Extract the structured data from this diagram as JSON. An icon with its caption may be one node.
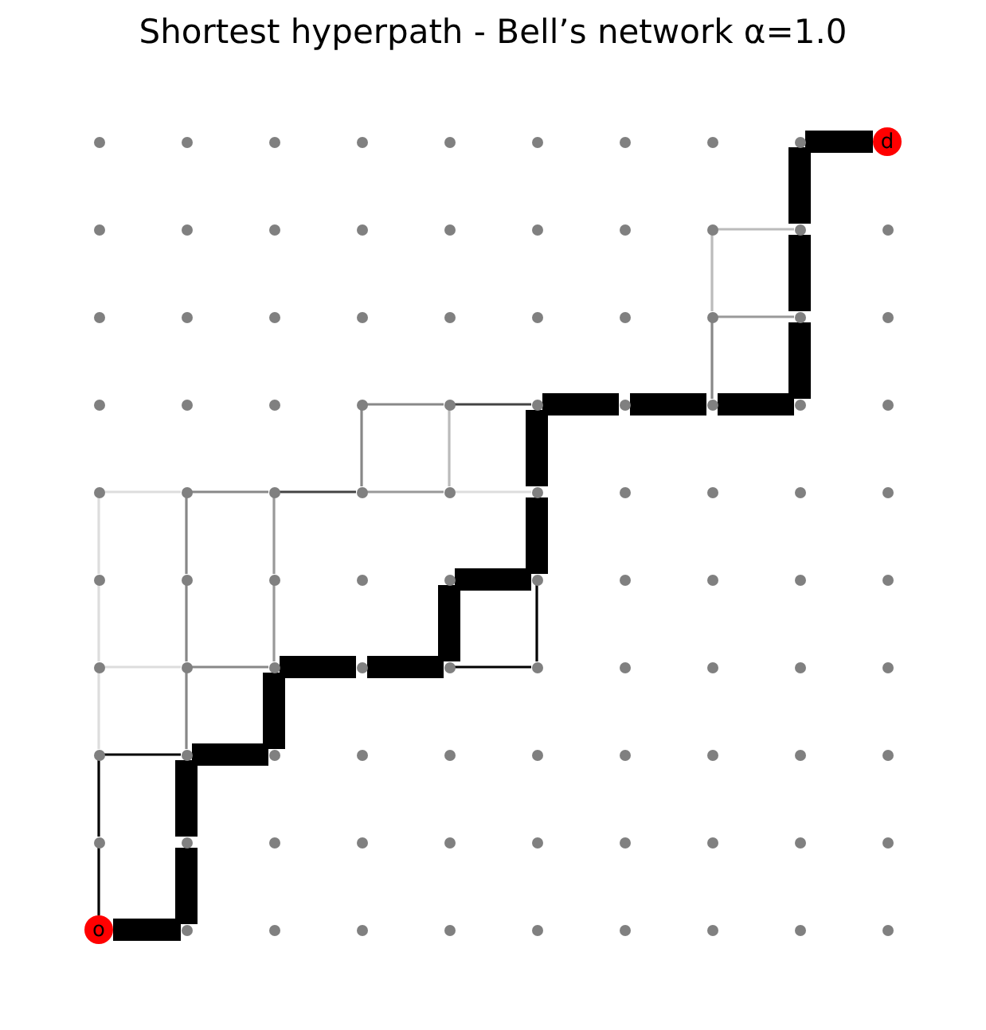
{
  "diagram": {
    "title": "Shortest hyperpath - Bell’s network α=1.0",
    "nodes": [
      {
        "text": [],
        "shape": "circle"
      },
      {
        "text": [],
        "shape": "circle"
      },
      {
        "text": [],
        "shape": "circle"
      },
      {
        "text": [],
        "shape": "circle"
      },
      {
        "text": [],
        "shape": "circle"
      },
      {
        "text": [],
        "shape": "circle"
      },
      {
        "text": [],
        "shape": "circle"
      },
      {
        "text": [],
        "shape": "circle"
      },
      {
        "text": [],
        "shape": "circle"
      },
      {
        "text": [
          "d"
        ]
      },
      {
        "text": [],
        "shape": "circle"
      },
      {
        "text": [],
        "shape": "circle"
      },
      {
        "text": [],
        "shape": "circle"
      },
      {
        "text": [],
        "shape": "circle"
      },
      {
        "text": [],
        "shape": "circle"
      },
      {
        "text": [],
        "shape": "circle"
      },
      {
        "text": [],
        "shape": "circle"
      },
      {
        "text": [],
        "shape": "circle"
      },
      {
        "text": [],
        "shape": "circle"
      },
      {
        "text": [],
        "shape": "circle"
      },
      {
        "text": [],
        "shape": "circle"
      },
      {
        "text": [],
        "shape": "circle"
      },
      {
        "text": [],
        "shape": "circle"
      },
      {
        "text": [],
        "shape": "circle"
      },
      {
        "text": [],
        "shape": "circle"
      },
      {
        "text": [],
        "shape": "circle"
      },
      {
        "text": [],
        "shape": "circle"
      },
      {
        "text": [],
        "shape": "circle"
      },
      {
        "text": [],
        "shape": "circle"
      },
      {
        "text": [],
        "shape": "circle"
      },
      {
        "text": [],
        "shape": "circle"
      },
      {
        "text": [],
        "shape": "circle"
      },
      {
        "text": [],
        "shape": "circle"
      },
      {
        "text": [],
        "shape": "circle"
      },
      {
        "text": [],
        "shape": "circle"
      },
      {
        "text": [],
        "shape": "circle"
      },
      {
        "text": [],
        "shape": "circle"
      },
      {
        "text": [],
        "shape": "circle"
      },
      {
        "text": [],
        "shape": "circle"
      },
      {
        "text": [],
        "shape": "circle"
      },
      {
        "text": [],
        "shape": "circle"
      },
      {
        "text": [],
        "shape": "circle"
      },
      {
        "text": [],
        "shape": "circle"
      },
      {
        "text": [],
        "shape": "circle"
      },
      {
        "text": [],
        "shape": "circle"
      },
      {
        "text": [],
        "shape": "circle"
      },
      {
        "text": [],
        "shape": "circle"
      },
      {
        "text": [],
        "shape": "circle"
      },
      {
        "text": [],
        "shape": "circle"
      },
      {
        "text": [],
        "shape": "circle"
      },
      {
        "text": [],
        "shape": "circle"
      },
      {
        "text": [],
        "shape": "circle"
      },
      {
        "text": [],
        "shape": "circle"
      },
      {
        "text": [],
        "shape": "circle"
      },
      {
        "text": [],
        "shape": "circle"
      },
      {
        "text": [],
        "shape": "circle"
      },
      {
        "text": [],
        "shape": "circle"
      },
      {
        "text": [],
        "shape": "circle"
      },
      {
        "text": [],
        "shape": "circle"
      },
      {
        "text": [],
        "shape": "circle"
      },
      {
        "text": [],
        "shape": "circle"
      },
      {
        "text": [],
        "shape": "circle"
      },
      {
        "text": [],
        "shape": "circle"
      },
      {
        "text": [],
        "shape": "circle"
      },
      {
        "text": [],
        "shape": "circle"
      },
      {
        "text": [],
        "shape": "circle"
      },
      {
        "text": [],
        "shape": "circle"
      },
      {
        "text": [],
        "shape": "circle"
      },
      {
        "text": [],
        "shape": "circle"
      },
      {
        "text": [],
        "shape": "circle"
      },
      {
        "text": [],
        "shape": "circle"
      },
      {
        "text": [],
        "shape": "circle"
      },
      {
        "text": [],
        "shape": "circle"
      },
      {
        "text": [],
        "shape": "circle"
      },
      {
        "text": [],
        "shape": "circle"
      },
      {
        "text": [],
        "shape": "circle"
      },
      {
        "text": [],
        "shape": "circle"
      },
      {
        "text": [],
        "shape": "circle"
      },
      {
        "text": [],
        "shape": "circle"
      },
      {
        "text": [],
        "shape": "circle"
      },
      {
        "text": [],
        "shape": "circle"
      },
      {
        "text": [],
        "shape": "circle"
      },
      {
        "text": [],
        "shape": "circle"
      },
      {
        "text": [],
        "shape": "circle"
      },
      {
        "text": [],
        "shape": "circle"
      },
      {
        "text": [],
        "shape": "circle"
      },
      {
        "text": [],
        "shape": "circle"
      },
      {
        "text": [],
        "shape": "circle"
      },
      {
        "text": [],
        "shape": "circle"
      },
      {
        "text": [],
        "shape": "circle"
      },
      {
        "text": [
          "o"
        ]
      },
      {
        "text": [],
        "shape": "circle"
      },
      {
        "text": [],
        "shape": "circle"
      },
      {
        "text": [],
        "shape": "circle"
      },
      {
        "text": [],
        "shape": "circle"
      },
      {
        "text": [],
        "shape": "circle"
      },
      {
        "text": [],
        "shape": "circle"
      },
      {
        "text": [],
        "shape": "circle"
      },
      {
        "text": [],
        "shape": "circle"
      },
      {
        "text": [],
        "shape": "circle"
      }
    ],
    "edges": [
      {
        "from": 90,
        "to": 91,
        "arrow": "none",
        "style": "thick"
      },
      {
        "from": 91,
        "to": 81,
        "arrow": "none",
        "style": "thick"
      },
      {
        "from": 81,
        "to": 71,
        "arrow": "none",
        "style": "thick"
      },
      {
        "from": 71,
        "to": 72,
        "arrow": "none",
        "style": "thick"
      },
      {
        "from": 72,
        "to": 62,
        "arrow": "none",
        "style": "thick"
      },
      {
        "from": 62,
        "to": 63,
        "arrow": "none",
        "style": "thick"
      },
      {
        "from": 63,
        "to": 64,
        "arrow": "none",
        "style": "thick"
      },
      {
        "from": 64,
        "to": 54,
        "arrow": "none",
        "style": "thick"
      },
      {
        "from": 54,
        "to": 55,
        "arrow": "none",
        "style": "thick"
      },
      {
        "from": 55,
        "to": 45,
        "arrow": "none",
        "style": "thick"
      },
      {
        "from": 45,
        "to": 35,
        "arrow": "none",
        "style": "thick"
      },
      {
        "from": 35,
        "to": 36,
        "arrow": "none",
        "style": "thick"
      },
      {
        "from": 36,
        "to": 37,
        "arrow": "none",
        "style": "thick"
      },
      {
        "from": 37,
        "to": 38,
        "arrow": "none",
        "style": "thick"
      },
      {
        "from": 38,
        "to": 28,
        "arrow": "none",
        "style": "thick"
      },
      {
        "from": 28,
        "to": 18,
        "arrow": "none",
        "style": "thick"
      },
      {
        "from": 18,
        "to": 8,
        "arrow": "none",
        "style": "thick"
      },
      {
        "from": 8,
        "to": 9,
        "arrow": "none",
        "style": "thick"
      },
      {
        "from": 90,
        "to": 80,
        "arrow": "none",
        "color": "#000000"
      },
      {
        "from": 80,
        "to": 70,
        "arrow": "none",
        "color": "#000000"
      },
      {
        "from": 70,
        "to": 71,
        "arrow": "none",
        "color": "#000000"
      },
      {
        "from": 64,
        "to": 65,
        "arrow": "none",
        "color": "#000000"
      },
      {
        "from": 65,
        "to": 55,
        "arrow": "none",
        "color": "#000000"
      },
      {
        "from": 70,
        "to": 60,
        "arrow": "none",
        "color": "#dddddd"
      },
      {
        "from": 60,
        "to": 50,
        "arrow": "none",
        "color": "#dddddd"
      },
      {
        "from": 50,
        "to": 40,
        "arrow": "none",
        "color": "#dddddd"
      },
      {
        "from": 60,
        "to": 61,
        "arrow": "none",
        "color": "#dddddd"
      },
      {
        "from": 61,
        "to": 62,
        "arrow": "none",
        "color": "#888888"
      },
      {
        "from": 71,
        "to": 61,
        "arrow": "none",
        "color": "#888888"
      },
      {
        "from": 61,
        "to": 51,
        "arrow": "none",
        "color": "#888888"
      },
      {
        "from": 51,
        "to": 41,
        "arrow": "none",
        "color": "#888888"
      },
      {
        "from": 62,
        "to": 52,
        "arrow": "none",
        "color": "#999999"
      },
      {
        "from": 52,
        "to": 42,
        "arrow": "none",
        "color": "#999999"
      },
      {
        "from": 40,
        "to": 41,
        "arrow": "none",
        "color": "#dddddd"
      },
      {
        "from": 41,
        "to": 42,
        "arrow": "none",
        "color": "#888888"
      },
      {
        "from": 42,
        "to": 43,
        "arrow": "none",
        "color": "#444444"
      },
      {
        "from": 43,
        "to": 44,
        "arrow": "none",
        "color": "#999999"
      },
      {
        "from": 44,
        "to": 45,
        "arrow": "none",
        "color": "#dddddd"
      },
      {
        "from": 43,
        "to": 33,
        "arrow": "none",
        "color": "#888888"
      },
      {
        "from": 44,
        "to": 34,
        "arrow": "none",
        "color": "#bbbbbb"
      },
      {
        "from": 33,
        "to": 34,
        "arrow": "none",
        "color": "#888888"
      },
      {
        "from": 34,
        "to": 35,
        "arrow": "none",
        "color": "#444444"
      },
      {
        "from": 37,
        "to": 27,
        "arrow": "none",
        "color": "#888888"
      },
      {
        "from": 27,
        "to": 17,
        "arrow": "none",
        "color": "#bbbbbb"
      },
      {
        "from": 27,
        "to": 28,
        "arrow": "none",
        "color": "#999999"
      },
      {
        "from": 17,
        "to": 18,
        "arrow": "none",
        "color": "#bbbbbb"
      }
    ]
  }
}
